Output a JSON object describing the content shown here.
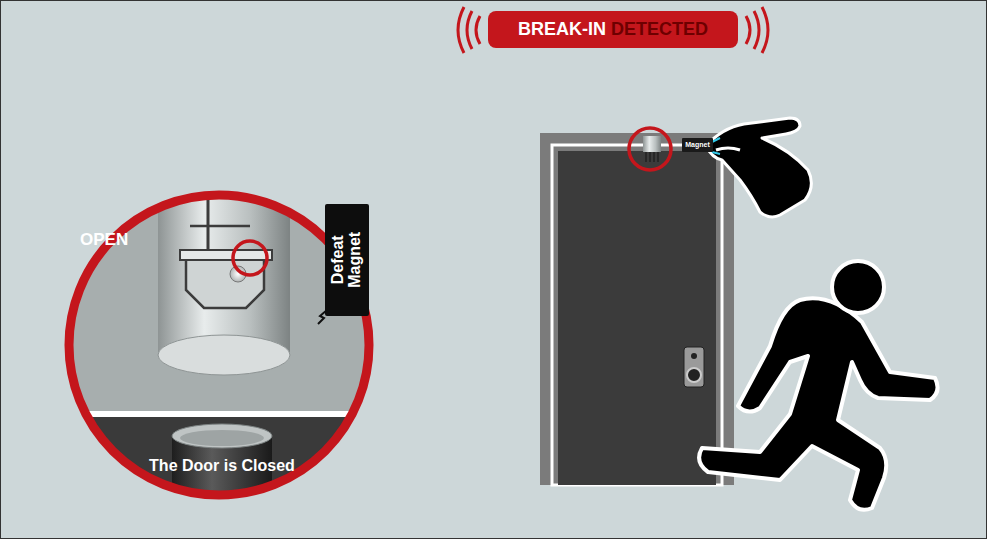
{
  "diagram": {
    "nodes": [
      {
        "text": [
          "BREAK-IN DETECTED"
        ]
      },
      {
        "text": [
          "Defeat Magnet"
        ]
      },
      {
        "text": [
          "Magnet"
        ]
      }
    ],
    "labels": [
      "OPEN",
      "The Door is Closed"
    ]
  }
}
